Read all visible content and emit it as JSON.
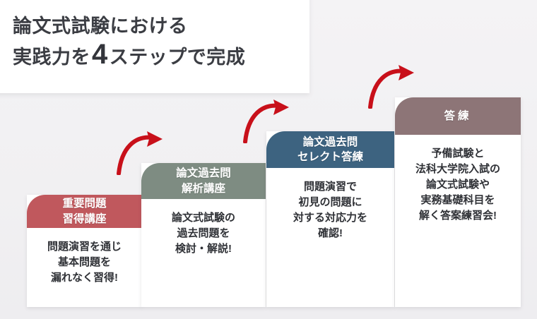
{
  "title": {
    "line1": "論文式試験における",
    "line2_pre": "実践力を",
    "line2_num": "4",
    "line2_post": "ステップで完成"
  },
  "colors": {
    "background": "#f2f1f3",
    "title_panel": "#ffffff",
    "title_text": "#3b3d43",
    "arrow": "#c8101a",
    "step1_header": "#c0585d",
    "step2_header": "#7e8c82",
    "step3_header": "#3d6380",
    "step4_header": "#8d7577",
    "card_body_bg": "#ffffff",
    "card_body_text": "#2f3136"
  },
  "steps": [
    {
      "id": "step-1",
      "header_lines": [
        "重要問題",
        "習得講座"
      ],
      "body_lines": [
        "問題演習を通じ",
        "基本問題を",
        "漏れなく習得!"
      ]
    },
    {
      "id": "step-2",
      "header_lines": [
        "論文過去問",
        "解析講座"
      ],
      "body_lines": [
        "論文式試験の",
        "過去問題を",
        "検討・解説!"
      ]
    },
    {
      "id": "step-3",
      "header_lines": [
        "論文過去問",
        "セレクト答練"
      ],
      "body_lines": [
        "問題演習で",
        "初見の問題に",
        "対する対応力を",
        "確認!"
      ]
    },
    {
      "id": "step-4",
      "header_lines": [
        "答練"
      ],
      "body_lines": [
        "予備試験と",
        "法科大学院入試の",
        "論文式試験や",
        "実務基礎科目を",
        "解く答案練習会!"
      ]
    }
  ],
  "arrows": [
    {
      "id": "arrow-1",
      "icon": "curved-arrow-right-icon"
    },
    {
      "id": "arrow-2",
      "icon": "curved-arrow-right-icon"
    },
    {
      "id": "arrow-3",
      "icon": "curved-arrow-right-icon"
    }
  ]
}
